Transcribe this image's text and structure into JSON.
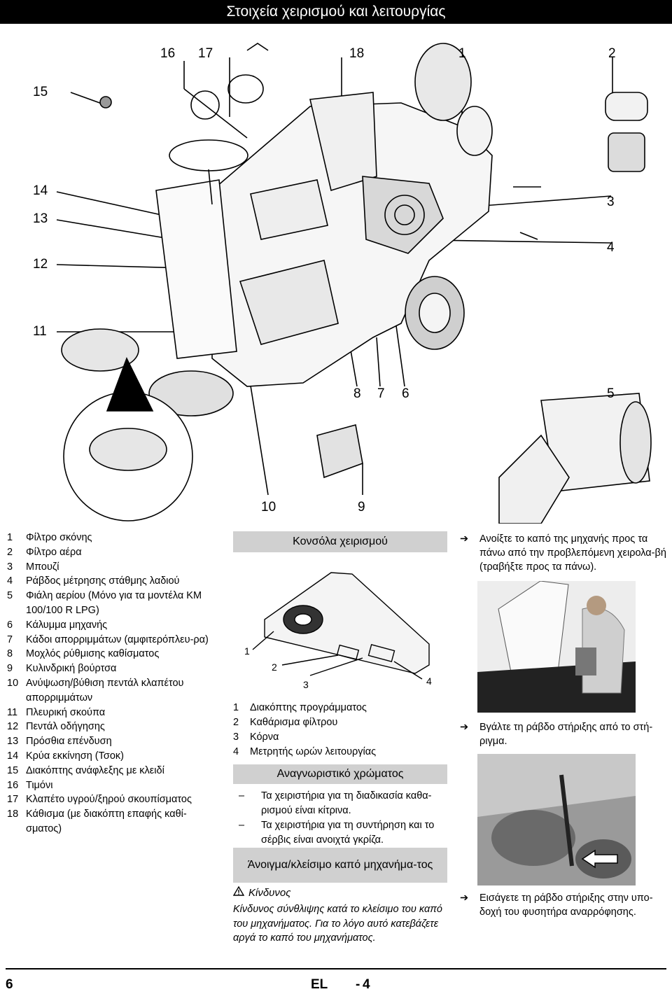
{
  "page_title": "Στοιχεία χειρισμού και λειτουργίας",
  "diagram_callouts": [
    "16",
    "17",
    "18",
    "1",
    "2",
    "15",
    "14",
    "13",
    "12",
    "3",
    "4",
    "11",
    "8",
    "7",
    "6",
    "5",
    "10",
    "9"
  ],
  "legend": [
    {
      "num": "1",
      "text": "Φίλτρο σκόνης"
    },
    {
      "num": "2",
      "text": "Φίλτρο αέρα"
    },
    {
      "num": "3",
      "text": "Μπουζί"
    },
    {
      "num": "4",
      "text": "Ράβδος μέτρησης στάθμης λαδιού"
    },
    {
      "num": "5",
      "text": "Φιάλη αερίου (Μόνο για τα μοντέλα KM 100/100 R LPG)"
    },
    {
      "num": "6",
      "text": "Κάλυμμα μηχανής"
    },
    {
      "num": "7",
      "text": "Κάδοι απορριμμάτων (αμφιτερόπλευ-ρα)"
    },
    {
      "num": "8",
      "text": "Μοχλός ρύθμισης καθίσματος"
    },
    {
      "num": "9",
      "text": "Κυλινδρική βούρτσα"
    },
    {
      "num": "10",
      "text": "Ανύψωση/βύθιση πεντάλ κλαπέτου απορριμμάτων"
    },
    {
      "num": "11",
      "text": "Πλευρική σκούπα"
    },
    {
      "num": "12",
      "text": "Πεντάλ οδήγησης"
    },
    {
      "num": "13",
      "text": "Πρόσθια επένδυση"
    },
    {
      "num": "14",
      "text": "Κρύα εκκίνηση (Τσοκ)"
    },
    {
      "num": "15",
      "text": "Διακόπτης ανάφλεξης με κλειδί"
    },
    {
      "num": "16",
      "text": "Τιμόνι"
    },
    {
      "num": "17",
      "text": "Κλαπέτο υγρού/ξηρού σκουπίσματος"
    },
    {
      "num": "18",
      "text": "Κάθισμα (με διακόπτη επαφής καθί-σματος)"
    }
  ],
  "console": {
    "heading": "Κονσόλα χειρισμού",
    "callouts": [
      "1",
      "2",
      "3",
      "4"
    ],
    "items": [
      {
        "num": "1",
        "text": "Διακόπτης προγράμματος"
      },
      {
        "num": "2",
        "text": "Καθάρισμα φίλτρου"
      },
      {
        "num": "3",
        "text": "Κόρνα"
      },
      {
        "num": "4",
        "text": "Μετρητής ωρών λειτουργίας"
      }
    ]
  },
  "color_heading": "Αναγνωριστικό χρώματος",
  "color_items": [
    "Τα χειριστήρια για τη διαδικασία καθα-ρισμού είναι κίτρινα.",
    "Τα χειριστήρια για τη συντήρηση και το σέρβις είναι ανοιχτά γκρίζα."
  ],
  "hood_heading": "Άνοιγμα/κλείσιμο καπό μηχανήμα-τος",
  "danger": {
    "title": "Κίνδυνος",
    "text": "Κίνδυνος σύνθλιψης κατά το κλείσιμο του καπό του μηχανήματος. Για το λόγο αυτό κατεβάζετε αργά το καπό του μηχανήματος."
  },
  "steps": [
    "Ανοίξτε το καπό της μηχανής προς τα πάνω από την προβλεπόμενη χειρολα-βή (τραβήξτε προς τα πάνω).",
    "Βγάλτε τη ράβδο στήριξης από το στή-ριγμα.",
    "Εισάγετε τη ράβδο στήριξης στην υπο-δοχή του φυσητήρα αναρρόφησης."
  ],
  "footer": {
    "page": "6",
    "lang": "EL",
    "sep": "-",
    "num": "4"
  }
}
